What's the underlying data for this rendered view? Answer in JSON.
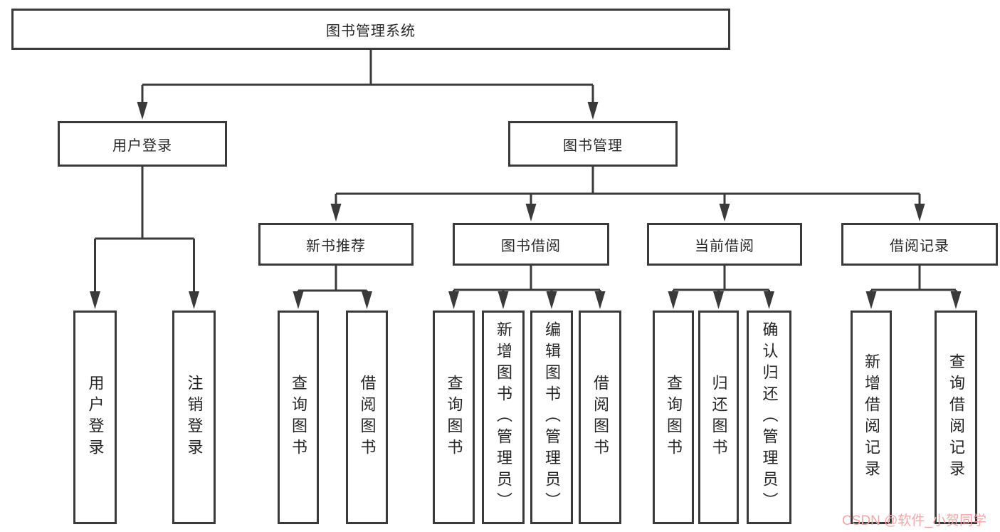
{
  "diagram": {
    "root": {
      "label": "图书管理系统"
    },
    "branches": [
      {
        "label": "用户登录",
        "children": [
          {
            "label": "用户登录"
          },
          {
            "label": "注销登录"
          }
        ]
      },
      {
        "label": "图书管理",
        "children": [
          {
            "label": "新书推荐",
            "children": [
              {
                "label": "查询图书"
              },
              {
                "label": "借阅图书"
              }
            ]
          },
          {
            "label": "图书借阅",
            "children": [
              {
                "label": "查询图书"
              },
              {
                "label": "新增图书（管理员）"
              },
              {
                "label": "编辑图书（管理员）"
              },
              {
                "label": "借阅图书"
              }
            ]
          },
          {
            "label": "当前借阅",
            "children": [
              {
                "label": "查询图书"
              },
              {
                "label": "归还图书"
              },
              {
                "label": "确认归还（管理员）"
              }
            ]
          },
          {
            "label": "借阅记录",
            "children": [
              {
                "label": "新增借阅记录"
              },
              {
                "label": "查询借阅记录"
              }
            ]
          }
        ]
      }
    ]
  },
  "watermark": {
    "text": "CSDN @软件_小贺同学",
    "color": "#f7a6a6"
  },
  "colors": {
    "line": "#3a3a3a",
    "border": "#3a3a3a",
    "box_fill": "#ffffff",
    "text": "#262626",
    "background": "#ffffff"
  }
}
